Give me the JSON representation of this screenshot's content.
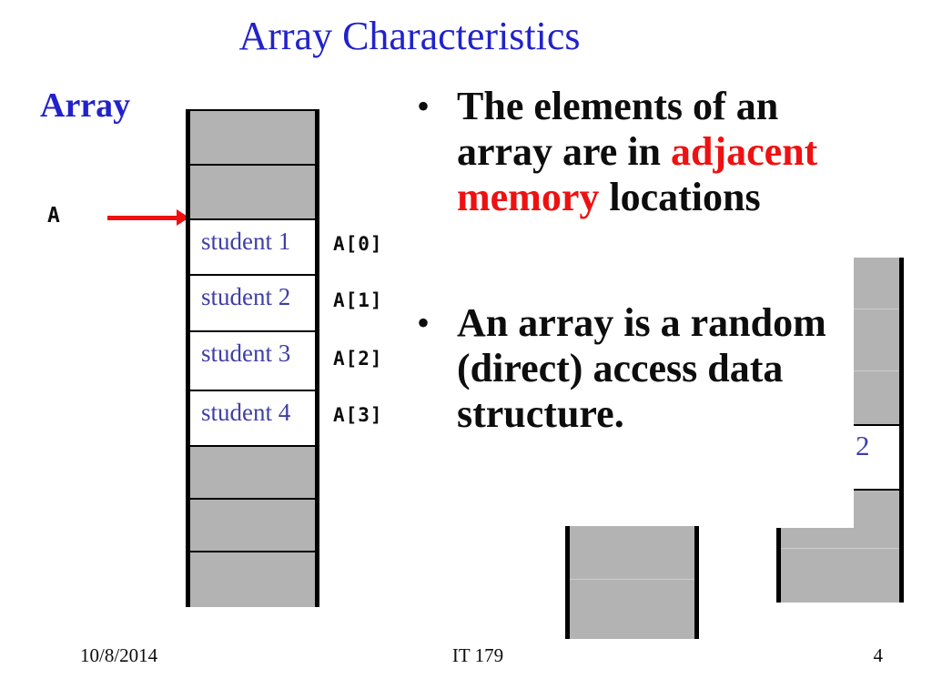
{
  "title": "Array Characteristics",
  "array_heading": "Array",
  "pointer_label": "A",
  "bullet_glyph": "•",
  "memory": {
    "cells": [
      {
        "type": "gray",
        "label": ""
      },
      {
        "type": "gray",
        "label": ""
      },
      {
        "type": "white",
        "label": "student 1",
        "index_label": "A[0]"
      },
      {
        "type": "white",
        "label": "student 2",
        "index_label": "A[1]"
      },
      {
        "type": "white",
        "label": "student 3",
        "index_label": "A[2]"
      },
      {
        "type": "white",
        "label": "student 4",
        "index_label": "A[3]"
      },
      {
        "type": "gray",
        "label": ""
      },
      {
        "type": "gray",
        "label": ""
      },
      {
        "type": "gray",
        "label": ""
      }
    ]
  },
  "bullets": [
    {
      "lines": [
        [
          {
            "text": "The elements of an",
            "color": "black"
          }
        ],
        [
          {
            "text": "array are in ",
            "color": "black"
          },
          {
            "text": "adjacent",
            "color": "red"
          }
        ],
        [
          {
            "text": "memory",
            "color": "red"
          },
          {
            "text": " locations",
            "color": "black"
          }
        ]
      ]
    },
    {
      "lines": [
        [
          {
            "text": "An array is a random",
            "color": "black"
          }
        ],
        [
          {
            "text": "(direct) access data",
            "color": "black"
          }
        ],
        [
          {
            "text": "structure.",
            "color": "black"
          }
        ]
      ]
    }
  ],
  "side_diagram": {
    "cell_value": "2"
  },
  "footer": {
    "date": "10/8/2014",
    "course": "IT 179",
    "page_number": "4"
  },
  "colors": {
    "title_blue": "#2222cc",
    "label_blue": "#3f3fa6",
    "highlight_red": "#ee1111",
    "memory_gray": "#b3b3b3",
    "body_black": "#0d0d0d"
  }
}
